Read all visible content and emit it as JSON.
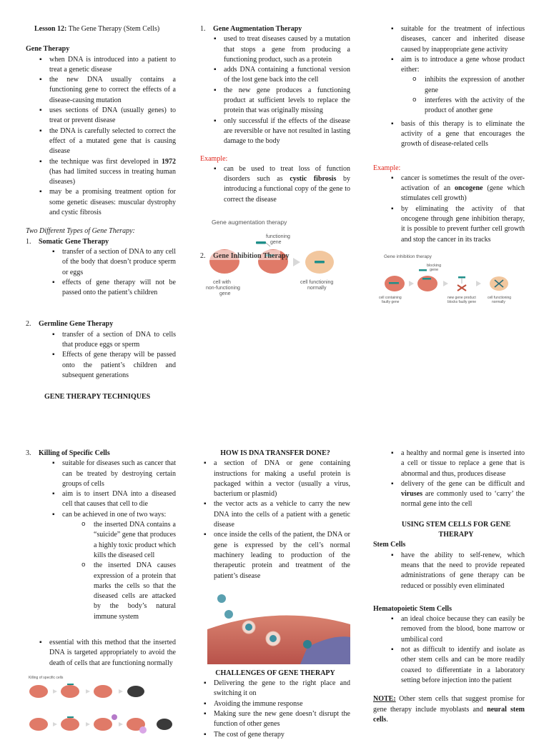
{
  "page1": {
    "col1": {
      "lesson_prefix": "Lesson 12:",
      "lesson_title": " The Gene Therapy (Stem Cells)",
      "gene_therapy_heading": "Gene Therapy",
      "gene_therapy_bullets": [
        "when DNA is introduced into a patient to treat a genetic disease",
        "the new DNA usually contains a functioning gene to correct the effects of a disease-causing mutation",
        "uses sections of DNA (usually genes) to treat or prevent disease",
        "the DNA is carefully selected to correct the effect of a mutated gene that is causing disease",
        "the technique was first developed in 1972 (has had limited success in treating human diseases)",
        "may be a promising treatment option for some genetic diseases: muscular dystrophy and cystic fibrosis"
      ],
      "types_heading": "Two Different Types of Gene Therapy:",
      "somatic_num": "1.",
      "somatic_heading": "Somatic Gene Therapy",
      "somatic_bullets": [
        "transfer of a section of DNA to any cell of the body that doesn’t produce sperm or eggs",
        "effects of gene therapy will not be passed onto the patient’s children"
      ],
      "germline_num": "2.",
      "germline_heading": "Germline Gene Therapy",
      "germline_bullets": [
        "transfer of a section of DNA to cells that produce eggs or sperm",
        "Effects of gene therapy will be passed onto the patient’s children and subsequent generations"
      ],
      "techniques_heading": "GENE THERAPY TECHNIQUES"
    },
    "col2": {
      "aug_num": "1.",
      "aug_heading": "Gene Augmentation Therapy",
      "aug_bullets": [
        "used to treat diseases caused by a mutation that stops a gene from producing a functioning product, such as a protein",
        "adds DNA containing a functional version of the lost gene back into the cell",
        "the new gene produces a functioning product at sufficient levels to replace the protein that was originally missing",
        "only successful if the effects of the disease are reversible or have not resulted in lasting damage to the body"
      ],
      "example_label": "Example:",
      "example_text": "can be used to treat loss of function disorders such as cystic fibrosis by introducing a functional copy of the gene to correct the disease",
      "figure": {
        "title": "Gene augmentation therapy",
        "label_functioning": "functioning",
        "label_gene": "gene",
        "label_cell_with": "cell with",
        "label_non_functioning": "non-functioning",
        "label_gene2": "gene",
        "label_cell_functioning": "cell functioning",
        "label_normally": "normally",
        "overlay_num": "2.",
        "overlay_text": "Gene Inhibition Therapy"
      }
    },
    "col3": {
      "bullets_top": [
        "suitable for the treatment of infectious diseases, cancer and inherited disease caused by inappropriate gene activity",
        "aim is to introduce a gene whose product either:"
      ],
      "sub_bullets": [
        "inhibits the expression of another gene",
        "interferes with the activity of the product of another gene"
      ],
      "bullets_after": [
        "basis of this therapy is to eliminate the activity of a gene that encourages the growth of disease-related cells"
      ],
      "example_label": "Example:",
      "example_bullets": [
        "cancer is sometimes the result of the over-activation of an oncogene (gene which stimulates cell growth)",
        "by eliminating the activity of that oncogene through gene inhibition therapy, it is possible to prevent further cell growth and stop the cancer in its tracks"
      ],
      "figure": {
        "title": "Gene inhibition therapy",
        "label_blocking": "blocking",
        "label_gene": "gene",
        "label_cell_containing": "cell containing",
        "label_faulty": "faulty gene",
        "label_new_gene": "new gene product",
        "label_blocks": "blocks faulty gene",
        "label_cell_functioning": "cell functioning",
        "label_normally": "normally"
      }
    }
  },
  "page2": {
    "col1": {
      "kill_num": "3.",
      "kill_heading": "Killing of Specific Cells",
      "kill_bullets": [
        "suitable for diseases such as cancer that can be treated by destroying certain groups of cells",
        "aim is to insert DNA into a diseased cell that causes that cell to die",
        "can be achieved in one of two ways:"
      ],
      "kill_sub": [
        "the inserted DNA contains a “suicide” gene that produces a highly toxic product which kills the diseased cell",
        "the inserted DNA causes expression of a protein that marks the cells so that the diseased cells are attacked by the body’s natural immune system"
      ],
      "kill_bullets_after": [
        "essential with this method that the inserted DNA is targeted appropriately to avoid the death of cells that are functioning normally"
      ],
      "figure": {
        "title": "Killing of specific cells"
      }
    },
    "col2": {
      "transfer_heading": "HOW IS DNA TRANSFER DONE?",
      "transfer_bullets": [
        "a section of DNA or gene containing instructions for making a useful protein is packaged within a vector (usually a virus, bacterium or plasmid)",
        "the vector acts as a vehicle to carry the new DNA into the cells of a patient with a genetic disease",
        "once inside the cells of the patient, the DNA or gene is expressed by the cell’s normal machinery leading to production of the therapeutic protein and treatment of the patient’s disease"
      ],
      "challenges_heading": "CHALLENGES OF GENE THERAPY",
      "challenges_bullets": [
        "Delivering the gene to the right place and switching it on",
        "Avoiding the immune response",
        "Making sure the new gene doesn’t disrupt the function of other genes",
        "The cost of gene therapy"
      ]
    },
    "col3": {
      "top_bullets": [
        "a healthy and normal gene is inserted into a cell or tissue to replace a gene that is abnormal and thus, produces disease",
        "delivery of the gene can be difficult and viruses are commonly used to ‘carry’ the normal gene into the cell"
      ],
      "stem_heading": "USING STEM CELLS FOR GENE THERAPY",
      "stem_cells_heading": "Stem Cells",
      "stem_cells_bullets": [
        "have the ability to self-renew, which means that the need to provide repeated administrations of gene therapy can be reduced or possibly even eliminated"
      ],
      "hsc_heading": "Hematopoietic Stem Cells",
      "hsc_bullets": [
        "an ideal choice because they can easily be removed from the blood, bone marrow or umbilical cord",
        "not as difficult to identify and isolate as other stem cells and can be more readily coaxed to differentiate in a laboratory setting before injection into the patient"
      ],
      "note_label": "NOTE:",
      "note_text": " Other stem cells that suggest promise for gene therapy include myoblasts and neural stem cells."
    }
  },
  "colors": {
    "text": "#1a1a1a",
    "red": "#e0261c",
    "cell_diseased": "#e07a68",
    "cell_normal": "#f2c79e",
    "gene_teal": "#1f8f8a"
  }
}
